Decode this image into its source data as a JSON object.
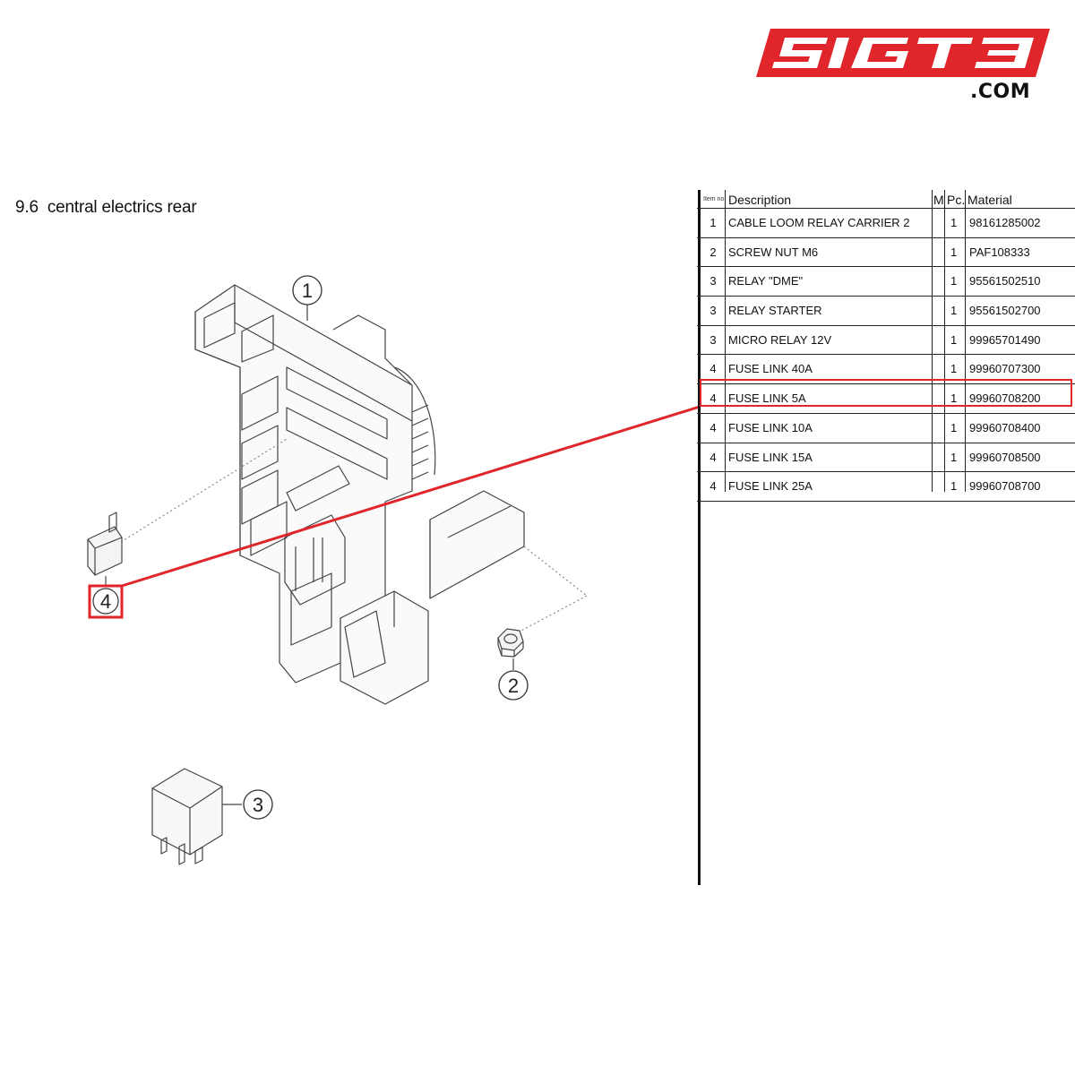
{
  "logo": {
    "text": "SIGT3",
    "suffix": ".COM",
    "color": "#e0262b"
  },
  "title": {
    "number": "9.6",
    "text": "central electrics rear"
  },
  "table": {
    "headers": {
      "item": "Item no.",
      "description": "Description",
      "m": "M",
      "pc": "Pc.",
      "material": "Material"
    },
    "rows": [
      {
        "item": "1",
        "description": "CABLE LOOM RELAY CARRIER 2",
        "pc": "1",
        "material": "98161285002"
      },
      {
        "item": "2",
        "description": "SCREW NUT M6",
        "pc": "1",
        "material": "PAF108333"
      },
      {
        "item": "3",
        "description": "RELAY \"DME\"",
        "pc": "1",
        "material": "95561502510"
      },
      {
        "item": "3",
        "description": "RELAY STARTER",
        "pc": "1",
        "material": "95561502700"
      },
      {
        "item": "3",
        "description": "MICRO RELAY 12V",
        "pc": "1",
        "material": "99965701490"
      },
      {
        "item": "4",
        "description": "FUSE LINK 40A",
        "pc": "1",
        "material": "99960707300"
      },
      {
        "item": "4",
        "description": "FUSE LINK 5A",
        "pc": "1",
        "material": "99960708200"
      },
      {
        "item": "4",
        "description": "FUSE LINK 10A",
        "pc": "1",
        "material": "99960708400"
      },
      {
        "item": "4",
        "description": "FUSE LINK 15A",
        "pc": "1",
        "material": "99960708500"
      },
      {
        "item": "4",
        "description": "FUSE LINK 25A",
        "pc": "1",
        "material": "99960708700"
      }
    ],
    "highlighted_row": 6,
    "highlight_color": "#e0262b"
  },
  "callouts": [
    "1",
    "2",
    "3",
    "4"
  ]
}
